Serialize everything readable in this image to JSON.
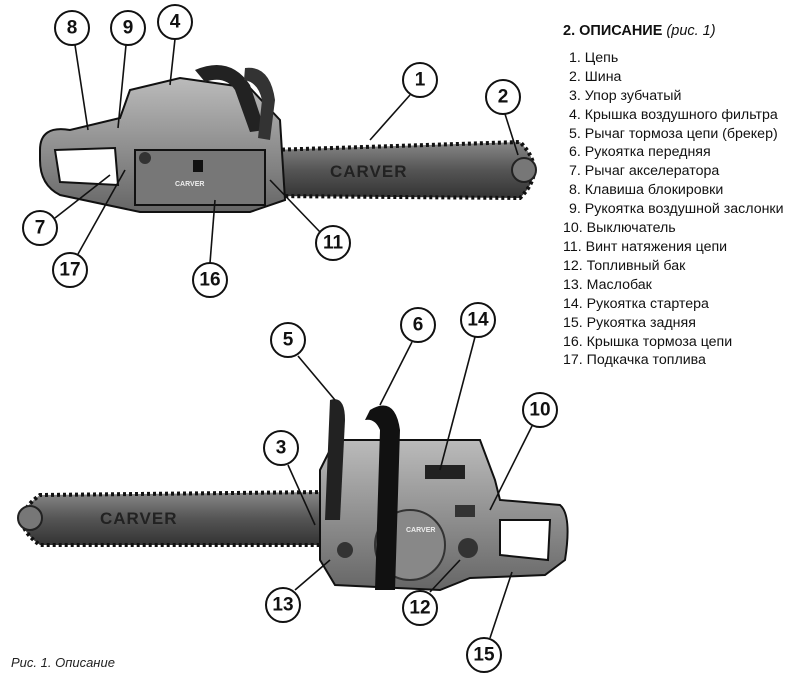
{
  "section": {
    "title": "2. ОПИСАНИЕ",
    "figure_ref": "(рис. 1)"
  },
  "parts": [
    "1. Цепь",
    "2. Шина",
    "3. Упор зубчатый",
    "4. Крышка воздушного фильтра",
    "5. Рычаг тормоза цепи (брекер)",
    "6. Рукоятка передняя",
    "7. Рычаг акселератора",
    "8. Клавиша блокировки",
    "9. Рукоятка воздушной заслонки",
    "10. Выключатель",
    "11. Винт натяжения цепи",
    "12. Топливный бак",
    "13. Маслобак",
    "14. Рукоятка стартера",
    "15. Рукоятка задняя",
    "16. Крышка тормоза цепи",
    "17. Подкачка топлива"
  ],
  "callouts": {
    "c1": "1",
    "c2": "2",
    "c3": "3",
    "c4": "4",
    "c5": "5",
    "c6": "6",
    "c7": "7",
    "c8": "8",
    "c9": "9",
    "c10": "10",
    "c11": "11",
    "c12": "12",
    "c13": "13",
    "c14": "14",
    "c15": "15",
    "c16": "16",
    "c17": "17"
  },
  "bar_brand": "CARVER",
  "caption": "Рис. 1. Описание"
}
